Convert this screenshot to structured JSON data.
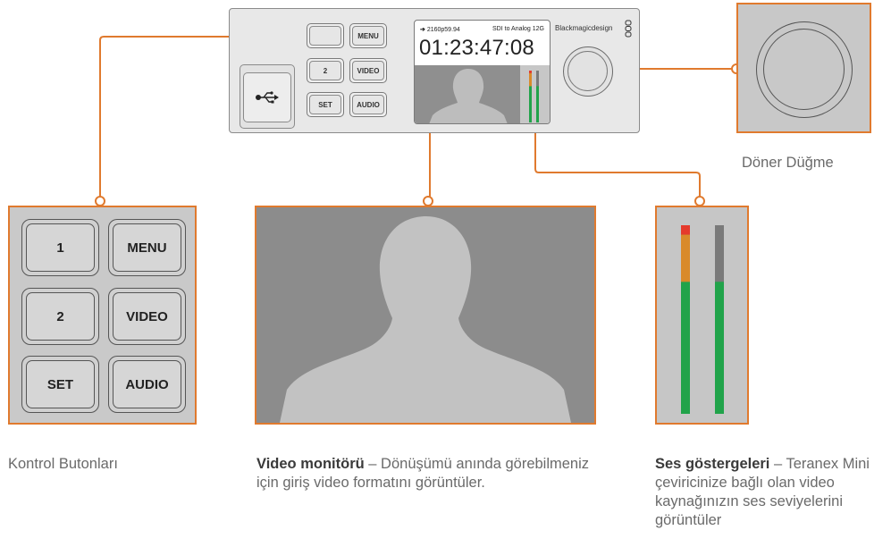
{
  "device": {
    "buttons": [
      {
        "label": ""
      },
      {
        "label": "MENU"
      },
      {
        "label": "2"
      },
      {
        "label": "VIDEO"
      },
      {
        "label": "SET"
      },
      {
        "label": "AUDIO"
      }
    ],
    "screen": {
      "format": "2160p59.94",
      "mode": "SDI to Analog 12G",
      "timecode": "01:23:47:08"
    },
    "brand": "Blackmagicdesign"
  },
  "zoom_buttons": [
    {
      "label": "1"
    },
    {
      "label": "MENU"
    },
    {
      "label": "2"
    },
    {
      "label": "VIDEO"
    },
    {
      "label": "SET"
    },
    {
      "label": "AUDIO"
    }
  ],
  "audio_meters": {
    "left_level": 1.0,
    "right_level": 0.7
  },
  "captions": {
    "knob": "Döner Düğme",
    "buttons": "Kontrol Butonları",
    "video_title": "Video monitörü",
    "video_text": " – Dönüşümü anında görebilmeniz için giriş video formatını görüntüler.",
    "audio_title": "Ses göstergeleri",
    "audio_text": " – Teranex Mini çeviricinize bağlı olan video kaynağınızın ses seviyelerini görüntüler"
  },
  "colors": {
    "accent": "#e07a2e",
    "meter_green": "#21a34a",
    "meter_orange": "#d98a2a",
    "meter_red": "#e53a2c"
  },
  "icons": [
    "usb-icon"
  ]
}
